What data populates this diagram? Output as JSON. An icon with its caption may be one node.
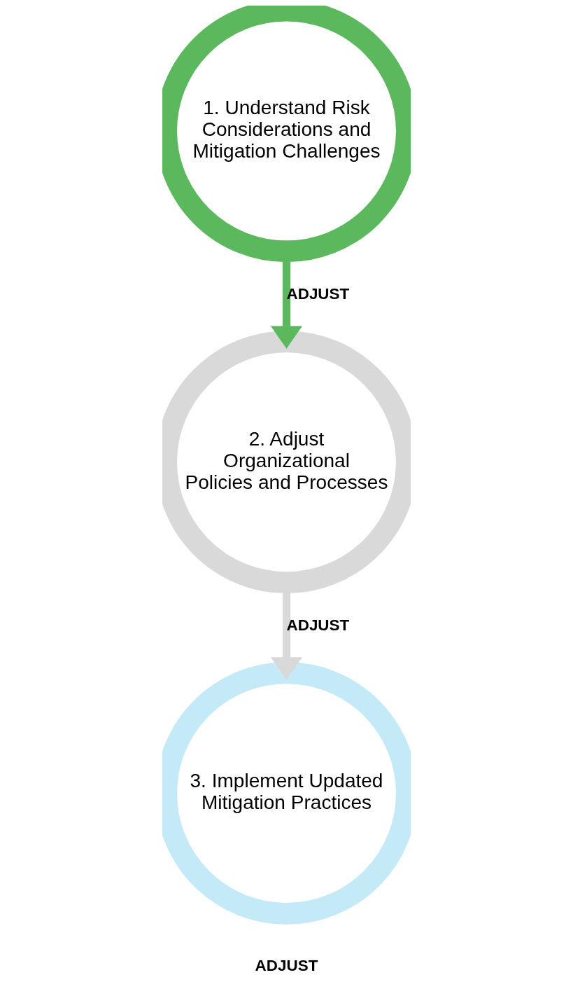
{
  "diagram": {
    "nodes": [
      {
        "text": [
          "1. Understand Risk Considerations and Mitigation Challenges"
        ]
      },
      {
        "text": [
          "2. Adjust Organizational Policies and Processes"
        ]
      },
      {
        "text": [
          "3. Implement Updated Mitigation Practices"
        ]
      }
    ],
    "edges": [
      {
        "from": 0,
        "to": 1,
        "arrow": "to",
        "label": "ADJUST",
        "color": "#5cb85c"
      },
      {
        "from": 1,
        "to": 2,
        "arrow": "to",
        "label": "ADJUST",
        "color": "#d9d9d9"
      }
    ],
    "labels": [
      "ADJUST"
    ]
  }
}
